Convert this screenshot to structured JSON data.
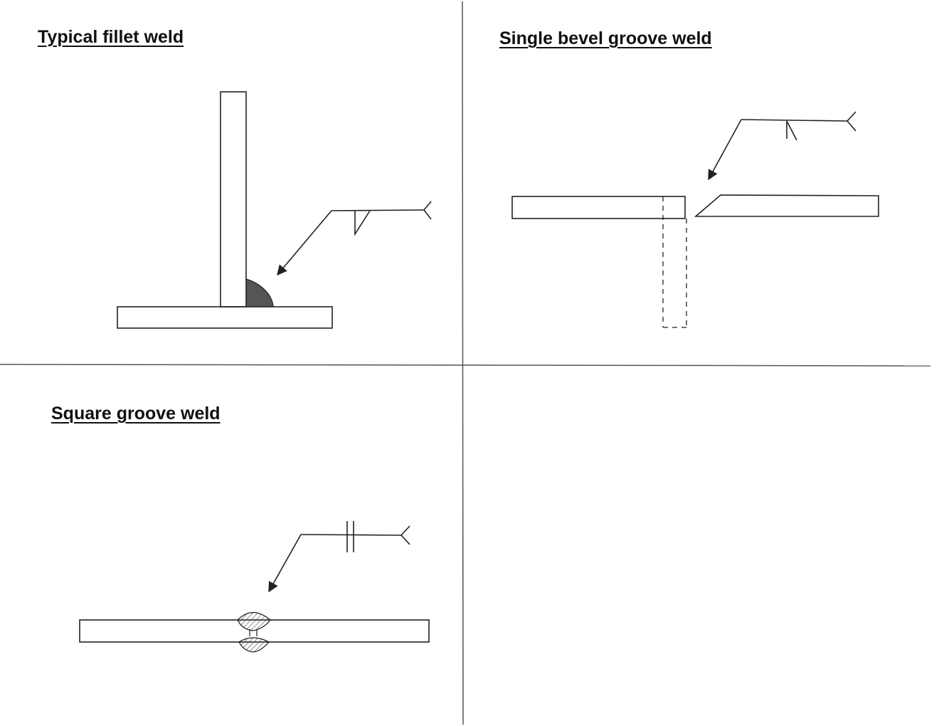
{
  "panels": {
    "fillet": {
      "title": "Typical fillet weld"
    },
    "bevel": {
      "title": "Single bevel groove weld"
    },
    "square": {
      "title": "Square groove weld"
    },
    "empty": {}
  },
  "colors": {
    "ink": "#222222",
    "weld_fill": "#555555",
    "hatch": "#444444",
    "divider": "#444444"
  }
}
